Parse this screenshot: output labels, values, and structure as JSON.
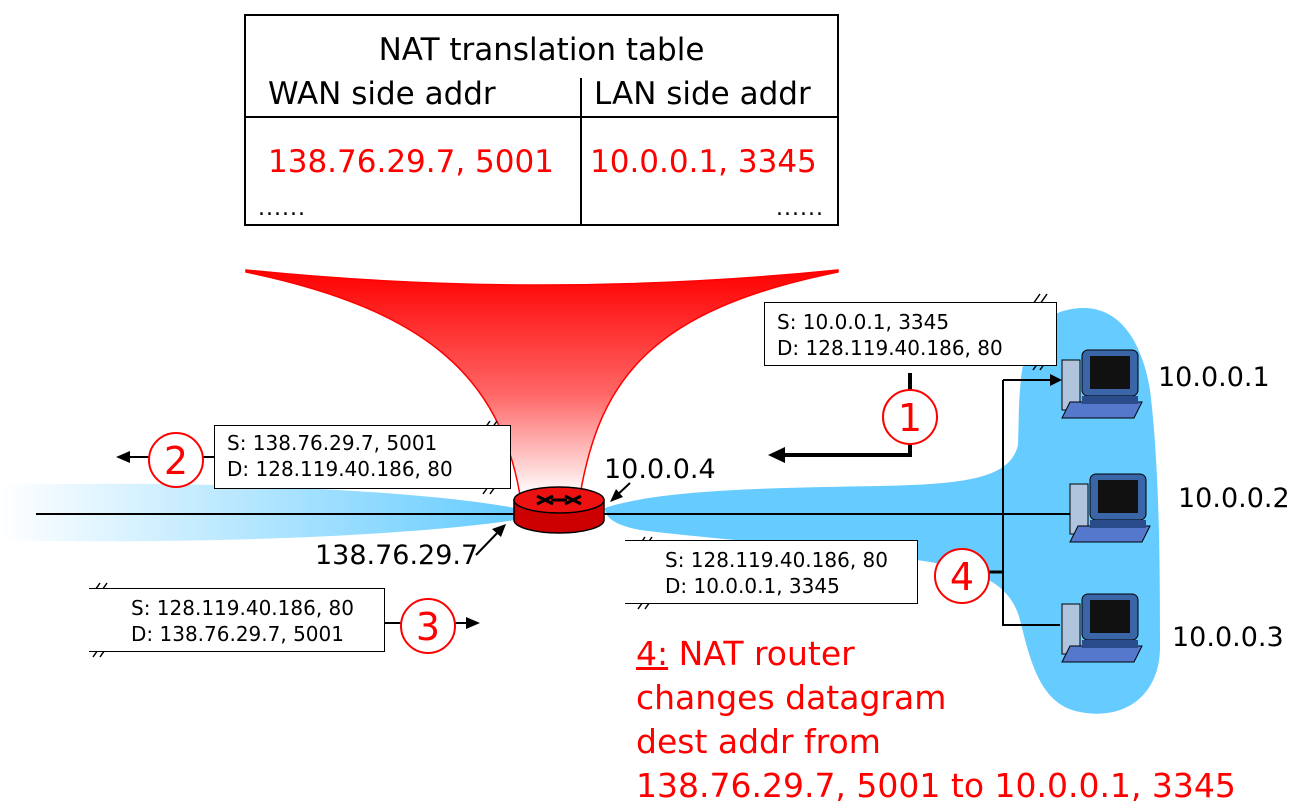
{
  "nat_table": {
    "title": "NAT translation table",
    "col_wan": "WAN side addr",
    "col_lan": "LAN side addr",
    "row_wan": "138.76.29.7, 5001",
    "row_lan": "10.0.0.1, 3345",
    "dots_left": "......",
    "dots_right": "......"
  },
  "packets": {
    "p1": {
      "src": "S: 10.0.0.1, 3345",
      "dst": "D: 128.119.40.186, 80"
    },
    "p2": {
      "src": "S: 138.76.29.7, 5001",
      "dst": "D: 128.119.40.186, 80"
    },
    "p3": {
      "src": "S: 128.119.40.186, 80",
      "dst": "D: 138.76.29.7, 5001"
    },
    "p4": {
      "src": "S: 128.119.40.186, 80",
      "dst": "D: 10.0.0.1, 3345"
    }
  },
  "steps": {
    "s1": "1",
    "s2": "2",
    "s3": "3",
    "s4": "4"
  },
  "labels": {
    "router_wan_ip": "138.76.29.7",
    "router_lan_ip": "10.0.0.4",
    "host1": "10.0.0.1",
    "host2": "10.0.0.2",
    "host3": "10.0.0.3"
  },
  "caption": {
    "prefix": "4:",
    "line1": " NAT router",
    "line2": "changes datagram",
    "line3": "dest addr from",
    "line4": "138.76.29.7, 5001 to 10.0.0.1, 3345"
  },
  "colors": {
    "accent": "#ff0000",
    "lan_blue": "#66ccff",
    "router_red": "#ee1111"
  }
}
